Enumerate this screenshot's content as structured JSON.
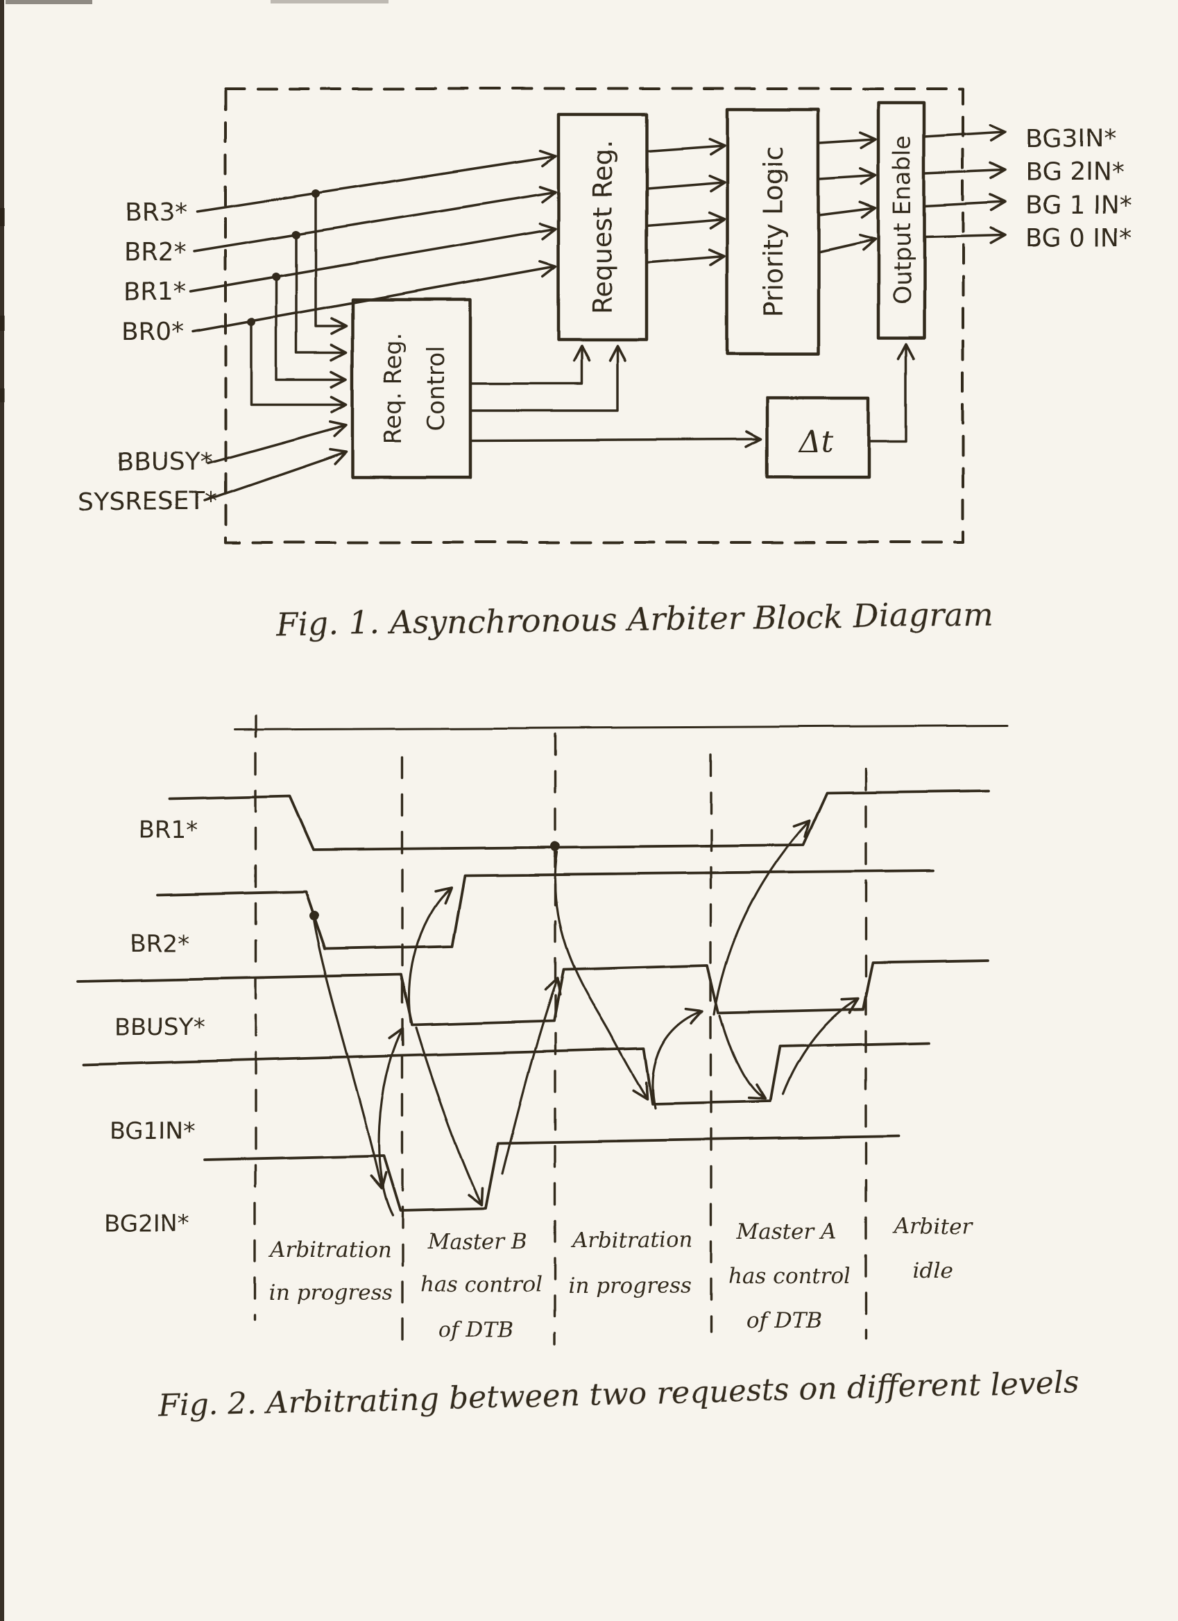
{
  "page": {
    "background": "#f7f4ed",
    "ink_color": "#32291f"
  },
  "fig1": {
    "caption": "Fig. 1.  Asynchronous Arbiter Block Diagram",
    "inputs": {
      "br3": "BR3*",
      "br2": "BR2*",
      "br1": "BR1*",
      "br0": "BR0*"
    },
    "control_inputs": {
      "bbusy": "BBUSY*",
      "sysreset": "SYSRESET*"
    },
    "blocks": {
      "request_reg": "Request Reg.",
      "priority_logic": "Priority Logic",
      "output_enable": "Output Enable",
      "req_reg_control_line1": "Req. Reg.",
      "req_reg_control_line2": "Control",
      "delta_t": "Δt"
    },
    "outputs": {
      "bg3": "BG3IN*",
      "bg2": "BG 2IN*",
      "bg1": "BG 1 IN*",
      "bg0": "BG 0 IN*"
    }
  },
  "fig2": {
    "caption": "Fig. 2.  Arbitrating between two requests on different levels",
    "signals": {
      "br1": "BR1*",
      "br2": "BR2*",
      "bbusy": "BBUSY*",
      "bg1in": "BG1IN*",
      "bg2in": "BG2IN*"
    },
    "phases": [
      [
        "Arbitration",
        "in progress"
      ],
      [
        "Master B",
        "has control",
        "of DTB"
      ],
      [
        "Arbitration",
        "in progress"
      ],
      [
        "Master A",
        "has control",
        "of DTB"
      ],
      [
        "Arbiter",
        "idle"
      ]
    ]
  }
}
